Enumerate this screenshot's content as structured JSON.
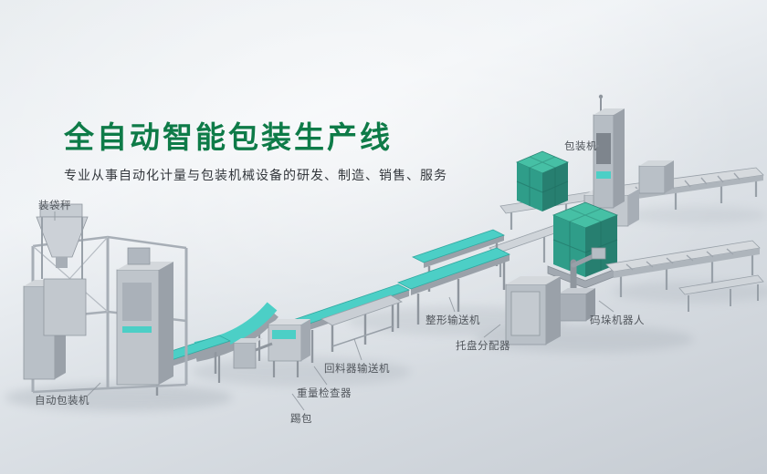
{
  "page": {
    "title": "全自动智能包装生产线",
    "subtitle": "专业从事自动化计量与包装机械设备的研发、制造、销售、服务"
  },
  "labels": {
    "bagging_scale": "装袋秤",
    "packaging_machine": "包装机",
    "auto_packaging_machine": "自动包装机",
    "kick_bag": "踢包",
    "weight_checker": "重量检查器",
    "return_feeder_conveyor": "回料器输送机",
    "shaping_conveyor": "整形输送机",
    "pallet_dispenser": "托盘分配器",
    "palletizing_robot": "码垛机器人"
  },
  "colors": {
    "title_green": "#0e7b48",
    "conveyor_teal": "#4ccfc6",
    "product_box_teal": "#2f9d89",
    "machine_gray": "#bfc5cb",
    "label_text": "#51565c",
    "background_light": "#f0f3f6",
    "background_dark": "#c6ccd3"
  }
}
